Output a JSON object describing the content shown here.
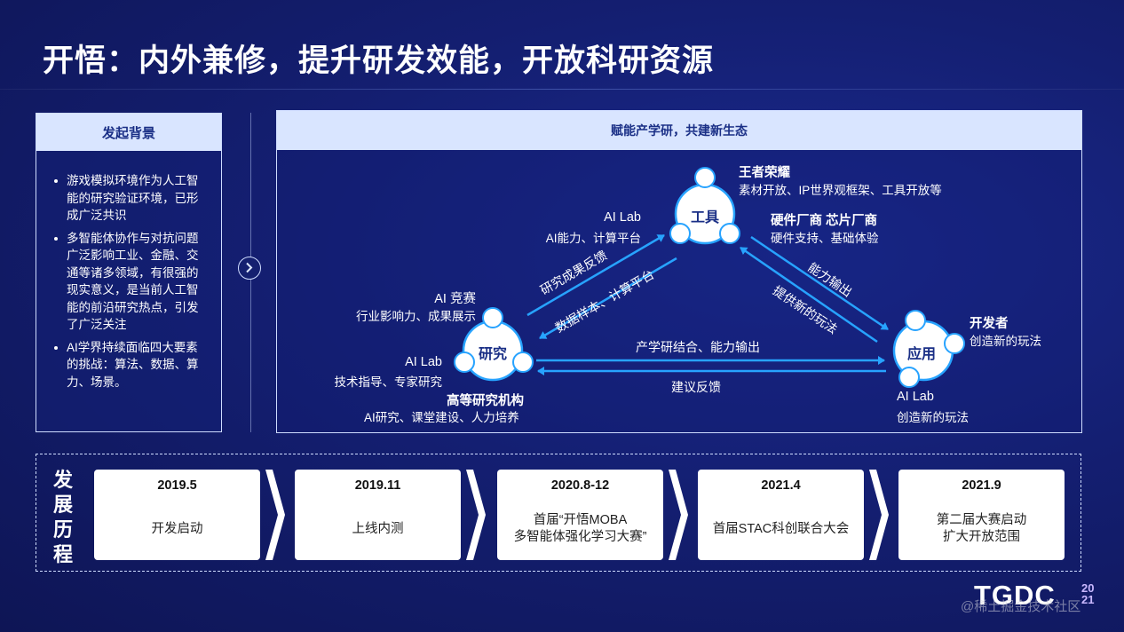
{
  "title": "开悟：内外兼修，提升研发效能，开放科研资源",
  "background": {
    "heading": "发起背景",
    "items": [
      "游戏模拟环境作为人工智能的研究验证环境，已形成广泛共识",
      "多智能体协作与对抗问题广泛影响工业、金融、交通等诸多领域，有很强的现实意义，是当前人工智能的前沿研究热点，引发了广泛关注",
      "AI学界持续面临四大要素的挑战：算法、数据、算力、场景。"
    ]
  },
  "ecosystem": {
    "heading": "赋能产学研，共建新生态",
    "nodes": {
      "tool": "工具",
      "research": "研究",
      "application": "应用"
    },
    "tool_top": {
      "name": "王者荣耀",
      "desc": "素材开放、IP世界观框架、工具开放等"
    },
    "tool_left": {
      "name": "AI Lab",
      "desc": "AI能力、计算平台"
    },
    "tool_right": {
      "name": "硬件厂商 芯片厂商",
      "desc": "硬件支持、基础体验"
    },
    "research_top": {
      "name": "AI 竞赛",
      "desc": "行业影响力、成果展示"
    },
    "research_left": {
      "name": "AI Lab",
      "desc": "技术指导、专家研究"
    },
    "research_bottom": {
      "name": "高等研究机构",
      "desc": "AI研究、课堂建设、人力培养"
    },
    "app_right": {
      "name": "开发者",
      "desc": "创造新的玩法"
    },
    "app_bottom": {
      "name": "AI Lab",
      "desc": "创造新的玩法"
    },
    "edges": {
      "research_to_tool_upper": "研究成果反馈",
      "research_to_tool_lower": "数据样本、计算平台",
      "tool_to_app_upper": "能力输出",
      "tool_to_app_lower": "提供新的玩法",
      "research_to_app_upper": "产学研结合、能力输出",
      "research_to_app_lower": "建议反馈"
    }
  },
  "timeline": {
    "label": [
      "发",
      "展",
      "历",
      "程"
    ],
    "items": [
      {
        "date": "2019.5",
        "text": "开发启动"
      },
      {
        "date": "2019.11",
        "text": "上线内测"
      },
      {
        "date": "2020.8-12",
        "text": "首届“开悟MOBA\n多智能体强化学习大赛”"
      },
      {
        "date": "2021.4",
        "text": "首届STAC科创联合大会"
      },
      {
        "date": "2021.9",
        "text": "第二届大赛启动\n扩大开放范围"
      }
    ]
  },
  "logo": {
    "text": "TGDC",
    "year_top": "20",
    "year_bottom": "21"
  },
  "watermark": "@稀土掘金技术社区",
  "colors": {
    "accent": "#27a3ff",
    "header_fill": "#d9e5ff",
    "header_text": "#1a2f86"
  }
}
